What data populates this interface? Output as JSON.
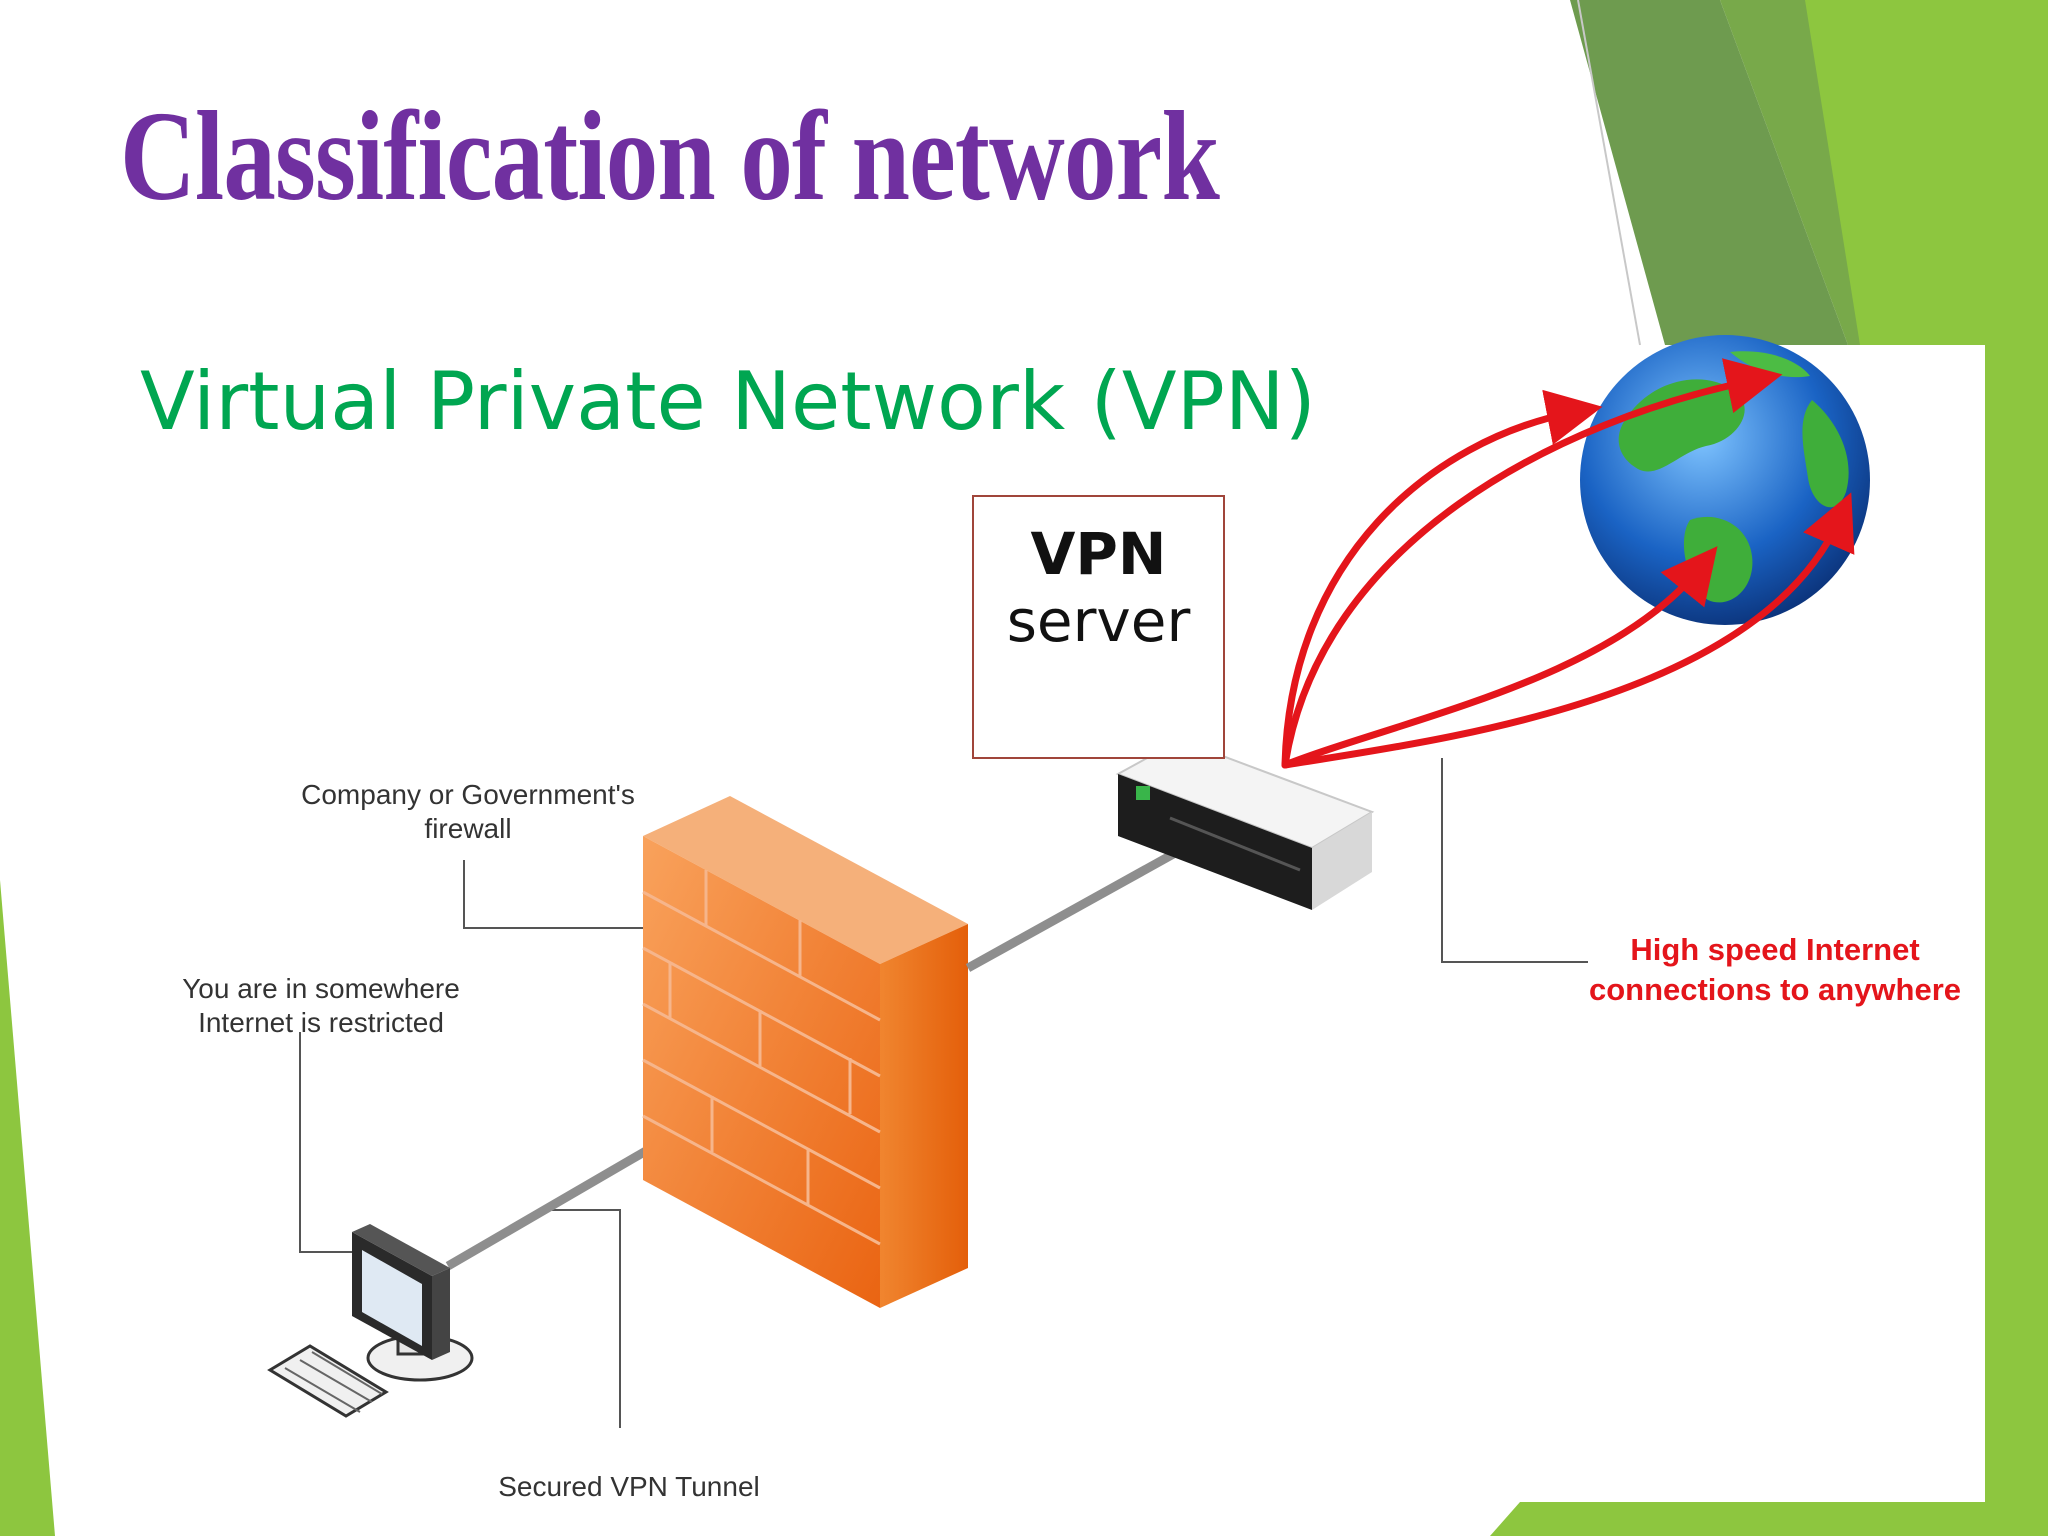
{
  "slide": {
    "title": "Classification of network",
    "subtitle": "Virtual Private Network (VPN)"
  },
  "vpn_box": {
    "line1": "VPN",
    "line2": "server"
  },
  "labels": {
    "firewall": [
      "Company or Government's",
      "firewall"
    ],
    "user": [
      "You are in somewhere",
      "Internet is restricted"
    ],
    "tunnel": "Secured VPN Tunnel",
    "internet": [
      "High speed Internet",
      "connections to anywhere"
    ]
  },
  "colors": {
    "title": "#7030a0",
    "subtitle": "#00a651",
    "arrow": "#e4151b",
    "firewall": "#f07a2a",
    "green_dark": "#5a8a3a",
    "green_light": "#8bc53f"
  },
  "icons": [
    "firewall-icon",
    "vpn-server-icon",
    "globe-icon",
    "computer-icon",
    "keyboard-icon"
  ]
}
